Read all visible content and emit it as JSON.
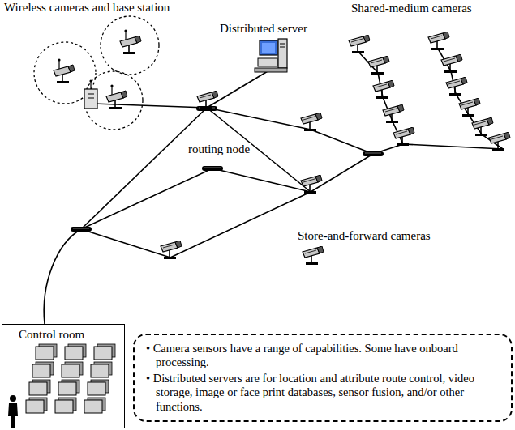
{
  "diagram": {
    "nodes": [
      {
        "text": [
          "Control room"
        ]
      },
      {
        "text": [
          "• Camera sensors have a range of capabilities. Some have onboard processing.",
          "• Distributed servers are for location and attribute route control, video storage, image or face print databases, sensor fusion, and/or other functions."
        ]
      }
    ],
    "labels": [
      "Wireless cameras and base station",
      "Distributed server",
      "Shared-medium cameras",
      "routing node",
      "Store-and-forward cameras"
    ]
  }
}
